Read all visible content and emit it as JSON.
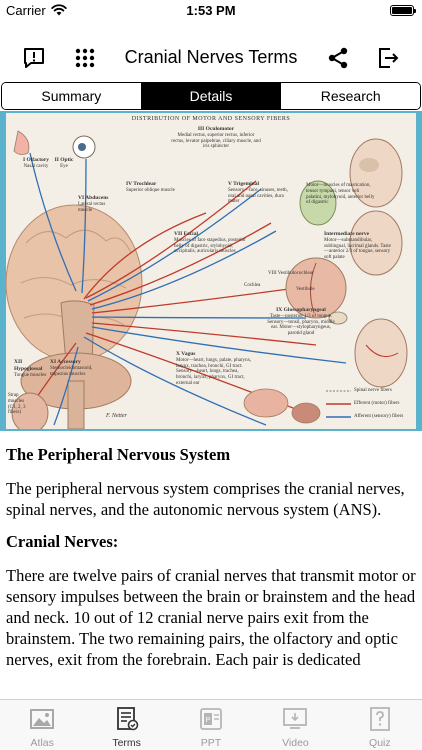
{
  "status_bar": {
    "carrier": "Carrier",
    "time": "1:53 PM"
  },
  "nav": {
    "title": "Cranial Nerves Terms"
  },
  "segments": [
    {
      "label": "Summary",
      "active": false
    },
    {
      "label": "Details",
      "active": true
    },
    {
      "label": "Research",
      "active": false
    }
  ],
  "figure": {
    "title": "Distribution of Motor and Sensory Fibers",
    "labels": {
      "olfactory": "I Olfactory",
      "olfactory_sub": "Nasal cavity",
      "optic": "II Optic",
      "optic_sub": "Eye",
      "oculomotor": "III Oculomotor",
      "oculomotor_sub": "Medial rectus, superior rectus, inferior rectus, levator palpebrae, ciliary muscle, and iris sphincter",
      "trochlear": "IV Trochlear",
      "trochlear_sub": "Superior oblique muscle",
      "trigeminal": "V Trigeminal",
      "trigeminal_sub": "Sensory—face, sinuses, teeth, oral and nasal cavities, dura mater",
      "abducens": "VI Abducens",
      "abducens_sub": "Lateral rectus muscle",
      "motor_mastication": "Motor—muscles of mastication, tensor tympani, tensor veli palatini, mylohyoid, anterior belly of digastric",
      "facial": "VII Facial",
      "facial_sub": "Muscles of face stapedius, posterior belly of digastric, stylohyoid, occipitalis, auricularis muscles",
      "intermediate": "Intermediate nerve",
      "intermediate_sub": "Motor—submandibular, sublingual, lacrimal glands. Taste—anterior 2/3 of tongue, sensory soft palate",
      "vestibulocochlear": "VIII Vestibulocochlear",
      "cochlea": "Cochlea",
      "vestibule": "Vestibule",
      "glossopharyngeal": "IX Glossopharyngeal",
      "glossopharyngeal_sub": "Taste—posterior 1/3 of tongue. Sensory—tonsil, pharynx, middle ear. Motor—stylopharyngeus, parotid gland",
      "hypoglossal": "XII Hypoglossal",
      "hypoglossal_sub": "Tongue muscles",
      "accessory": "XI Accessory",
      "accessory_sub": "Sternocleidomastoid, trapezius muscles",
      "vagus": "X Vagus",
      "vagus_sub": "Motor—heart, lungs, palate, pharynx, larynx, trachea, bronchi, GI tract. Sensory—heart, lungs, trachea, bronchi, larynx, pharynx, GI tract, external ear",
      "strap": "Strap muscles (C1, 2, 3 fibers)",
      "legend_spinal": "Spinal nerve fibers",
      "legend_efferent": "Efferent (motor) fibers",
      "legend_afferent": "Afferent (sensory) fibers",
      "signature": "F. Netter"
    }
  },
  "article": {
    "heading1": "The Peripheral Nervous System",
    "para1": "The peripheral nervous system comprises the cranial nerves, spinal nerves, and the autonomic nervous system (ANS).",
    "heading2": "Cranial Nerves:",
    "para2": "There are twelve pairs of cranial nerves that transmit motor or sensory impulses between the brain or brainstem and the head and neck. 10 out of 12 cranial nerve pairs exit from the brainstem. The two remaining pairs, the olfactory and optic nerves, exit from the forebrain. Each pair is dedicated"
  },
  "tabs": [
    {
      "label": "Atlas",
      "icon": "image-icon",
      "active": false
    },
    {
      "label": "Terms",
      "icon": "document-list-icon",
      "active": true
    },
    {
      "label": "PPT",
      "icon": "presentation-icon",
      "active": false
    },
    {
      "label": "Video",
      "icon": "video-icon",
      "active": false
    },
    {
      "label": "Quiz",
      "icon": "quiz-icon",
      "active": false
    }
  ],
  "colors": {
    "accent": "#5ab2cc",
    "motor": "#c0392b",
    "sensory": "#2f6fb5",
    "tab_active": "#333333",
    "tab_inactive": "#9a9a9a"
  }
}
